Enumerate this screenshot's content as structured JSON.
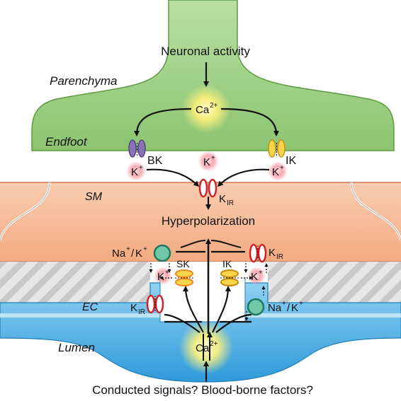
{
  "labels": {
    "neuronal_activity": "Neuronal activity",
    "parenchyma": "Parenchyma",
    "endfoot": "Endfoot",
    "sm": "SM",
    "ec": "EC",
    "lumen": "Lumen",
    "hyperpolarization": "Hyperpolarization",
    "bottom": "Conducted signals? Blood-borne factors?"
  },
  "ions": {
    "ca": "Ca",
    "ca_sup": "2+",
    "k": "K",
    "plus": "+",
    "na": "Na",
    "k_ir_sub": "IR"
  },
  "channels": {
    "bk": "BK",
    "ik": "IK",
    "sk": "SK"
  },
  "colors": {
    "endfoot_fill": "#a6d48b",
    "endfoot_stroke": "#5c9a43",
    "sm_fill": "#f5b894",
    "sm_stroke": "#c97a50",
    "ec_fill": "#4aaee3",
    "ec_light": "#bfe3f6",
    "glow_yellow": "#fff8a0",
    "glow_red": "#f5a0a8",
    "kir_red": "#d2232a",
    "ik_yellow": "#f2c41a",
    "bk_purple": "#8a72b8",
    "pump_green": "#2a9d7c",
    "sk_orange": "#f08a1c"
  }
}
